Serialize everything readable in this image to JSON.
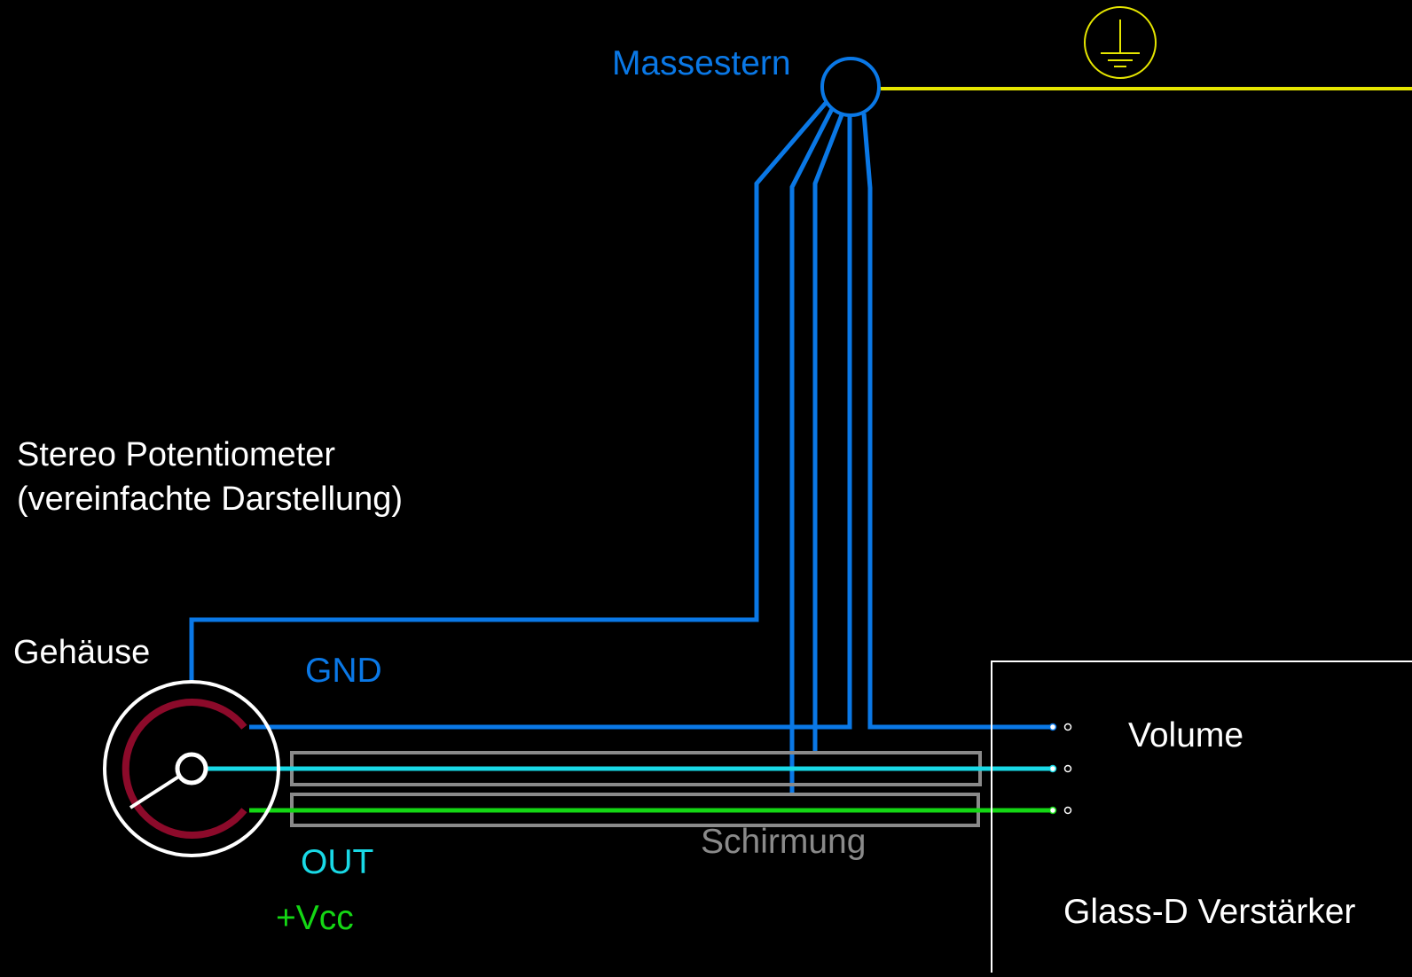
{
  "labels": {
    "massestern": "Massestern",
    "stereo_pot_line1": "Stereo Potentiometer",
    "stereo_pot_line2": "(vereinfachte Darstellung)",
    "gehaeuse": "Gehäuse",
    "gnd": "GND",
    "out": "OUT",
    "vcc": "+Vcc",
    "schirmung": "Schirmung",
    "volume": "Volume",
    "amplifier": "Glass-D Verstärker"
  },
  "colors": {
    "background": "#000000",
    "gnd_wire": "#0a78e6",
    "out_wire": "#19d9e6",
    "vcc_wire": "#14d714",
    "shield": "#8a8a8a",
    "earth": "#e6e600",
    "pot_track": "#8c0a2a",
    "pot_body": "#ffffff",
    "amplifier_box": "#ffffff"
  },
  "icons": {
    "earth_symbol": "protective-earth-icon",
    "ground_star": "ground-star-node-icon"
  }
}
